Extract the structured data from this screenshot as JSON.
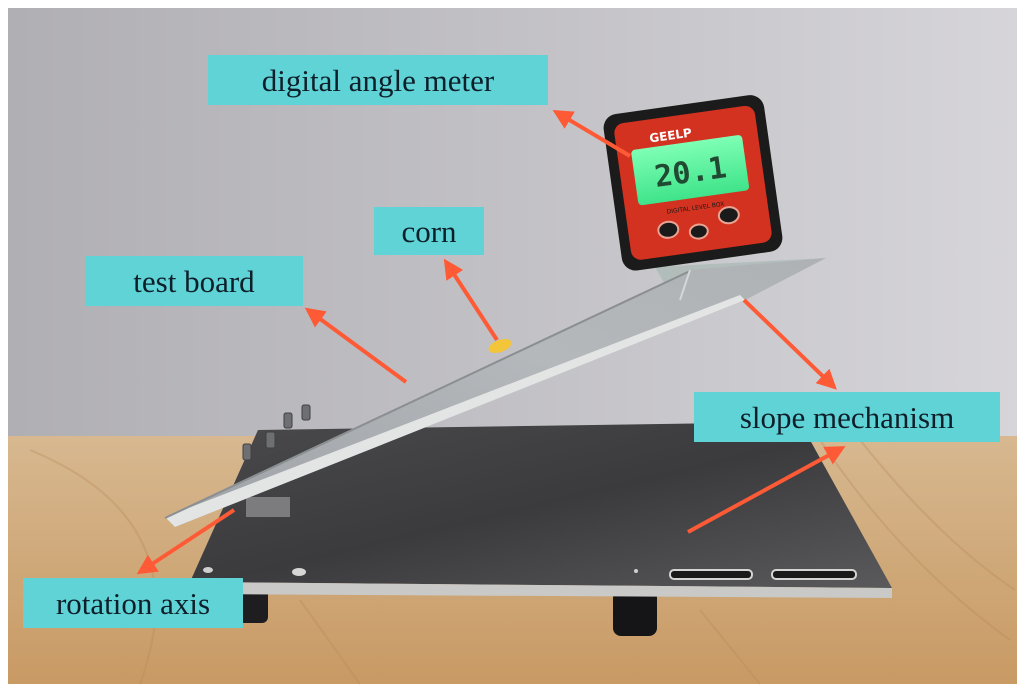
{
  "figure": {
    "type": "annotated-photograph",
    "subject": "corn slope test apparatus",
    "label_color": "#5fd3d6",
    "arrow_color": "#ff5a36",
    "labels": {
      "digital_angle_meter": "digital angle meter",
      "corn": "corn",
      "test_board": "test board",
      "slope_mechanism": "slope mechanism",
      "rotation_axis": "rotation axis"
    },
    "angle_meter": {
      "brand": "GEELP",
      "display_reading": "20.1",
      "caption": "DIGITAL LEVEL BOX",
      "display_color": "#5dfca0",
      "body_color": "#d2321f"
    }
  }
}
